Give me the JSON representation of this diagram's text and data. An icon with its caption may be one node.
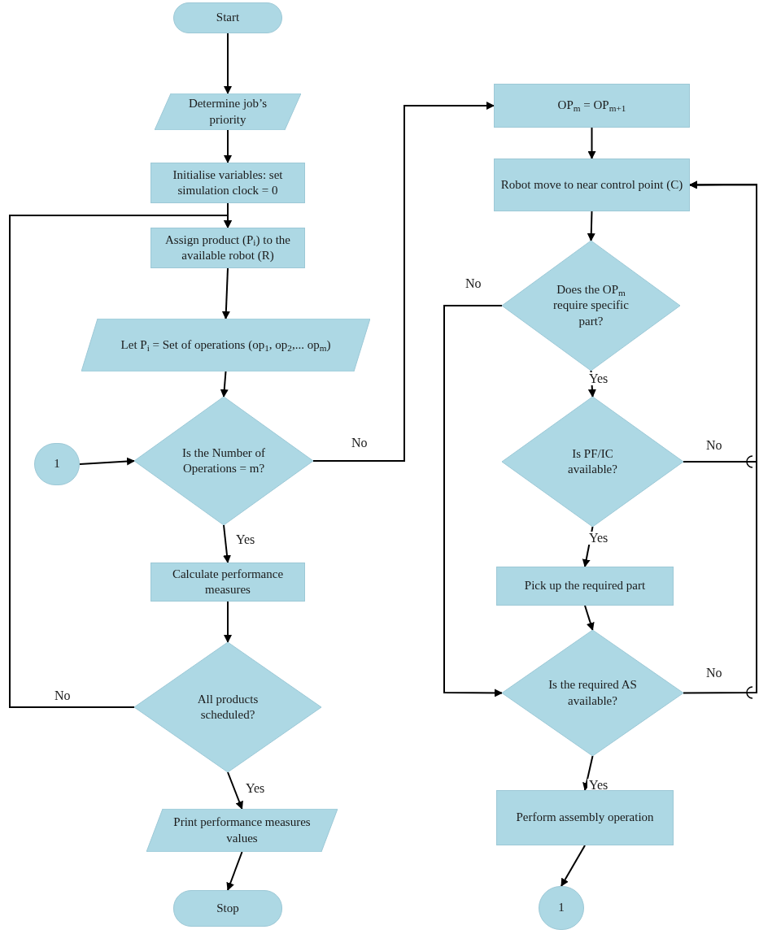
{
  "diagram": {
    "nodes": [
      {
        "text": [
          "Start"
        ]
      },
      {
        "text": [
          "Determine job’s priority"
        ]
      },
      {
        "text": [
          "Initialise variables: set simulation clock = 0"
        ]
      },
      {
        "text": [
          "Assign product (P$_{i}$) to the available robot (R)"
        ]
      },
      {
        "text": [
          "Let P$_{i}$ = Set of operations (op$_{1}$, op$_{2}$,... op$_{m}$)"
        ]
      },
      {
        "text": [
          "Is the Number of Operations = m?"
        ]
      },
      {
        "text": [
          "1"
        ]
      },
      {
        "text": [
          "Calculate performance measures"
        ]
      },
      {
        "text": [
          "All products scheduled?"
        ]
      },
      {
        "text": [
          "Print performance measures values"
        ]
      },
      {
        "text": [
          "Stop"
        ]
      },
      {
        "text": [
          "OP$_{m}$ = OP$_{m+1}$"
        ]
      },
      {
        "text": [
          "Robot move to near control point (C)"
        ]
      },
      {
        "text": [
          "Does the OP$_{m}$ require specific part?"
        ]
      },
      {
        "text": [
          "Is PF/IC available?"
        ]
      },
      {
        "text": [
          "Pick up the required part"
        ]
      },
      {
        "text": [
          "Is the required AS available?"
        ]
      },
      {
        "text": [
          "Perform assembly operation"
        ]
      },
      {
        "text": [
          "1"
        ]
      }
    ],
    "edges": [
      {
        "from": 0,
        "to": 1,
        "arrow": "to"
      },
      {
        "from": 1,
        "to": 2,
        "arrow": "to"
      },
      {
        "from": 2,
        "to": 3,
        "arrow": "to"
      },
      {
        "from": 3,
        "to": 4,
        "arrow": "to"
      },
      {
        "from": 4,
        "to": 5,
        "arrow": "to"
      },
      {
        "from": 6,
        "to": 5,
        "arrow": "to"
      },
      {
        "from": 5,
        "to": 7,
        "label": "Yes",
        "arrow": "to"
      },
      {
        "from": 5,
        "to": 11,
        "label": "No",
        "arrow": "to"
      },
      {
        "from": 7,
        "to": 8,
        "arrow": "to"
      },
      {
        "from": 8,
        "to": 3,
        "label": "No",
        "arrow": "to"
      },
      {
        "from": 8,
        "to": 9,
        "label": "Yes",
        "arrow": "to"
      },
      {
        "from": 9,
        "to": 10,
        "arrow": "to"
      },
      {
        "from": 11,
        "to": 12,
        "arrow": "to"
      },
      {
        "from": 12,
        "to": 13,
        "arrow": "to"
      },
      {
        "from": 13,
        "to": 14,
        "label": "Yes",
        "arrow": "to"
      },
      {
        "from": 13,
        "to": 16,
        "label": "No",
        "arrow": "to"
      },
      {
        "from": 14,
        "to": 15,
        "label": "Yes",
        "arrow": "to"
      },
      {
        "from": 14,
        "to": 12,
        "label": "No",
        "arrow": "to"
      },
      {
        "from": 15,
        "to": 16,
        "arrow": "to"
      },
      {
        "from": 16,
        "to": 12,
        "label": "No",
        "arrow": "to"
      },
      {
        "from": 16,
        "to": 17,
        "label": "Yes",
        "arrow": "to"
      },
      {
        "from": 17,
        "to": 18,
        "arrow": "to"
      }
    ]
  }
}
